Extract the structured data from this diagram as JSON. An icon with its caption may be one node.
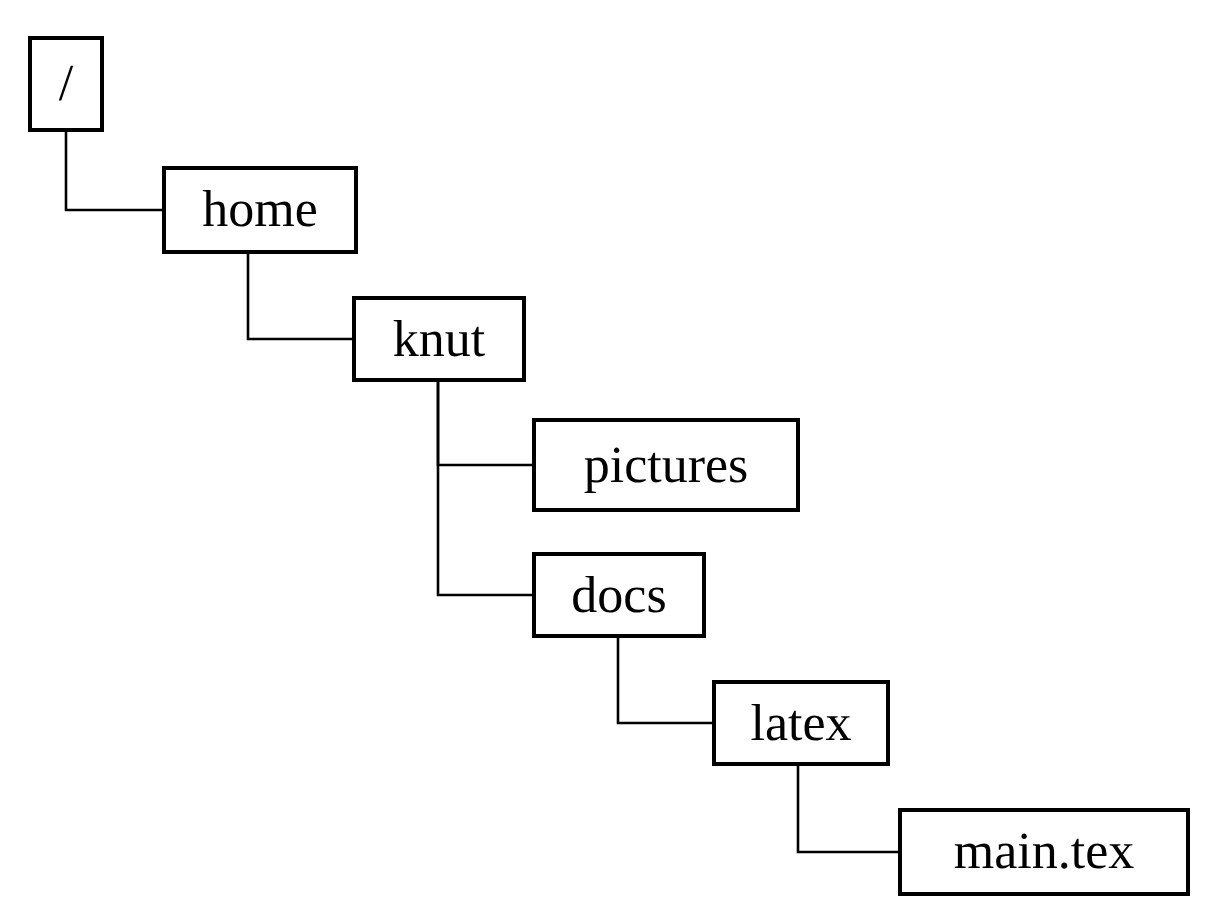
{
  "diagram": {
    "nodes": [
      {
        "text": [
          "/"
        ]
      },
      {
        "text": [
          "home"
        ]
      },
      {
        "text": [
          "knut"
        ]
      },
      {
        "text": [
          "pictures"
        ]
      },
      {
        "text": [
          "docs"
        ]
      },
      {
        "text": [
          "latex"
        ]
      },
      {
        "text": [
          "main.tex"
        ]
      }
    ],
    "edges": [
      {
        "from": 0,
        "to": 1,
        "arrow": "none"
      },
      {
        "from": 1,
        "to": 2,
        "arrow": "none"
      },
      {
        "from": 2,
        "to": 3,
        "arrow": "none"
      },
      {
        "from": 2,
        "to": 4,
        "arrow": "none"
      },
      {
        "from": 4,
        "to": 5,
        "arrow": "none"
      },
      {
        "from": 5,
        "to": 6,
        "arrow": "none"
      }
    ]
  }
}
